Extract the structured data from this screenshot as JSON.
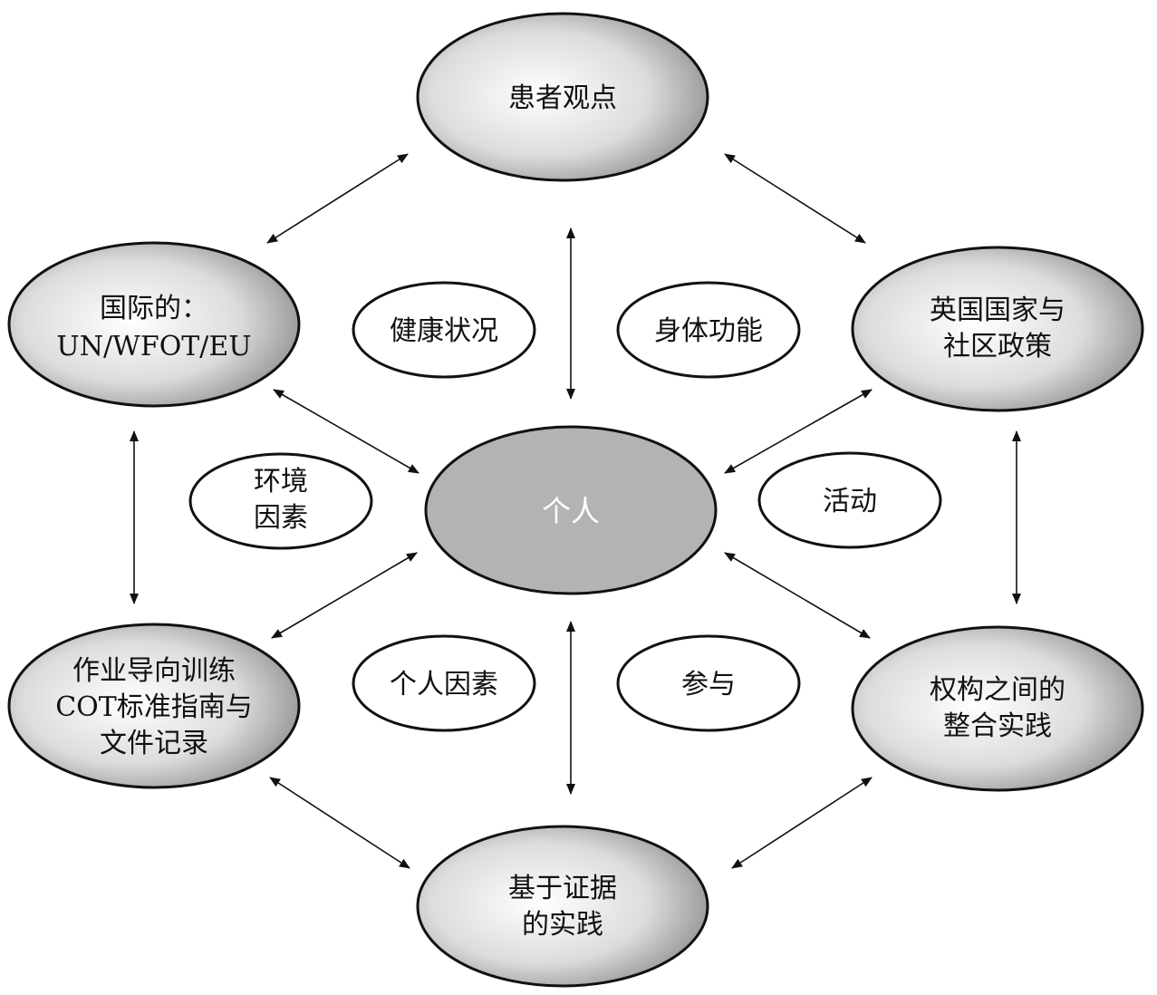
{
  "center": {
    "label": "个人"
  },
  "outer_nodes": {
    "top": [
      "患者观点"
    ],
    "upper_left": [
      "国际的：",
      "UN/WFOT/EU"
    ],
    "upper_right": [
      "英国国家与",
      "社区政策"
    ],
    "lower_left": [
      "作业导向训练",
      "COT标准指南与",
      "文件记录"
    ],
    "lower_right": [
      "权构之间的",
      "整合实践"
    ],
    "bottom": [
      "基于证据",
      "的实践"
    ]
  },
  "inner_nodes": {
    "health": [
      "健康状况"
    ],
    "body_function": [
      "身体功能"
    ],
    "environment": [
      "环境",
      "因素"
    ],
    "activity": [
      "活动"
    ],
    "personal_factors": [
      "个人因素"
    ],
    "participation": [
      "参与"
    ]
  },
  "colors": {
    "gradient_light": "#f6f6f6",
    "gradient_dark": "#6f6f6f",
    "center_fill": "#b3b3b3",
    "stroke": "#111111"
  }
}
